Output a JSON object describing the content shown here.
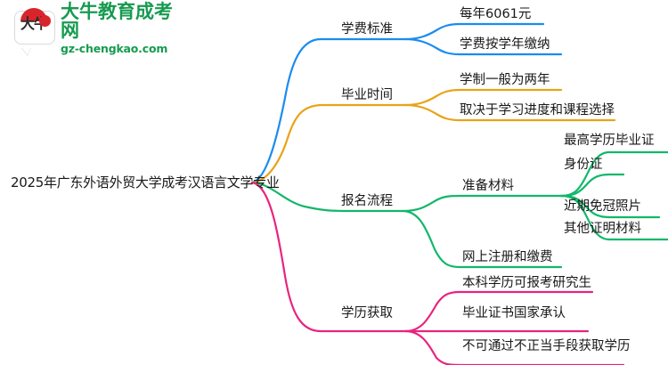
{
  "logo": {
    "mark_text": "大牛",
    "title": "大牛教育成考网",
    "url": "gz-chengkao.com",
    "brand_green": "#169b4f",
    "brand_red": "#d8252b"
  },
  "mindmap": {
    "root": {
      "label": "2025年广东外语外贸大学成考汉语言文学专业"
    },
    "branches": [
      {
        "label": "学费标准",
        "color": "#1a8cf0",
        "children": [
          {
            "label": "每年6061元",
            "children": []
          },
          {
            "label": "学费按学年缴纳",
            "children": []
          }
        ]
      },
      {
        "label": "毕业时间",
        "color": "#e8a317",
        "children": [
          {
            "label": "学制一般为两年",
            "children": []
          },
          {
            "label": "取决于学习进度和课程选择",
            "children": []
          }
        ]
      },
      {
        "label": "报名流程",
        "color": "#12b76a",
        "children": [
          {
            "label": "准备材料",
            "children": [
              {
                "label": "最高学历毕业证"
              },
              {
                "label": "身份证"
              },
              {
                "label": "近期免冠照片"
              },
              {
                "label": "其他证明材料"
              }
            ]
          },
          {
            "label": "网上注册和缴费",
            "children": []
          }
        ]
      },
      {
        "label": "学历获取",
        "color": "#e8247f",
        "children": [
          {
            "label": "本科学历可报考研究生",
            "children": []
          },
          {
            "label": "毕业证书国家承认",
            "children": []
          },
          {
            "label": "不可通过不正当手段获取学历",
            "children": []
          }
        ]
      }
    ]
  }
}
